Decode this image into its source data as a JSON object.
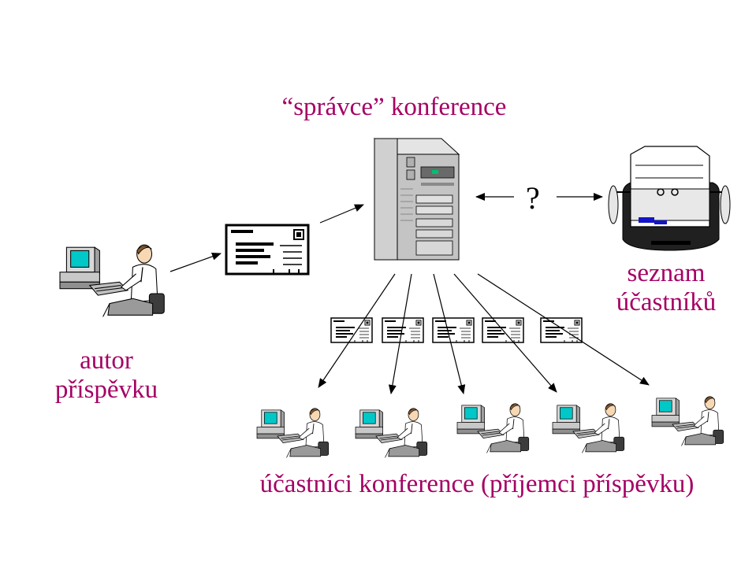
{
  "labels": {
    "server": "“správce” konference",
    "author_line1": "autor",
    "author_line2": "příspěvku",
    "list_line1": "seznam",
    "list_line2": "účastníků",
    "participants": "účastníci konference (příjemci příspěvku)",
    "question": "?"
  },
  "icons": {
    "server": "server-tower-icon",
    "rolodex": "rolodex-icon",
    "message": "message-document-icon",
    "user": "user-at-computer-icon"
  },
  "colors": {
    "label": "#a50064",
    "arrow": "#000000",
    "screen": "#00c8c8",
    "server_body": "#c0c0c0"
  }
}
